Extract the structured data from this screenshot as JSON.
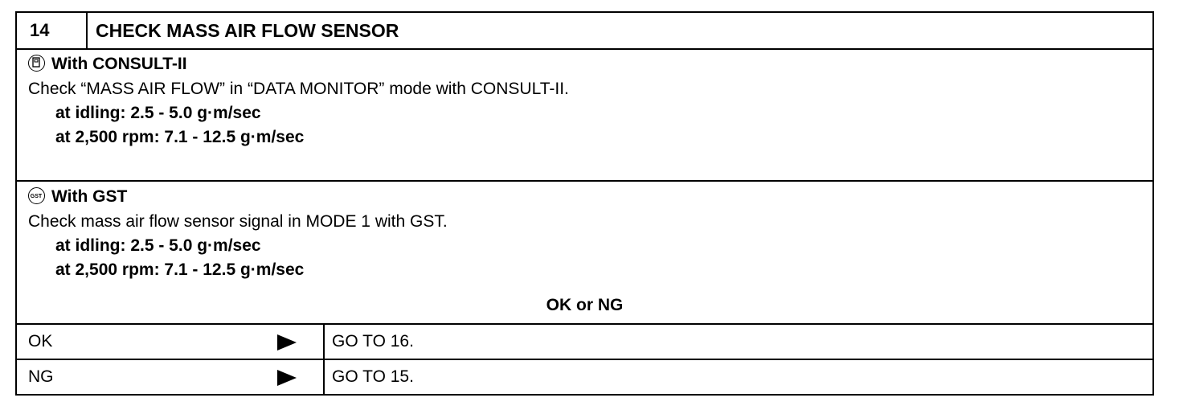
{
  "step": {
    "number": "14",
    "title": "CHECK MASS AIR FLOW SENSOR"
  },
  "consult": {
    "icon": "consult-icon",
    "heading": "With CONSULT-II",
    "instruction": "Check “MASS AIR FLOW” in “DATA MONITOR” mode with CONSULT-II.",
    "spec_idle": "at idling: 2.5 - 5.0 g·m/sec",
    "spec_2500": "at 2,500 rpm: 7.1 - 12.5 g·m/sec"
  },
  "gst": {
    "icon": "gst-icon",
    "heading": "With GST",
    "instruction": "Check mass air flow sensor signal in MODE 1 with GST.",
    "spec_idle": "at idling: 2.5 - 5.0 g·m/sec",
    "spec_2500": "at 2,500 rpm: 7.1 - 12.5 g·m/sec",
    "result_prompt": "OK or NG"
  },
  "results": [
    {
      "label": "OK",
      "action": "GO TO 16."
    },
    {
      "label": "NG",
      "action": "GO TO 15."
    }
  ]
}
